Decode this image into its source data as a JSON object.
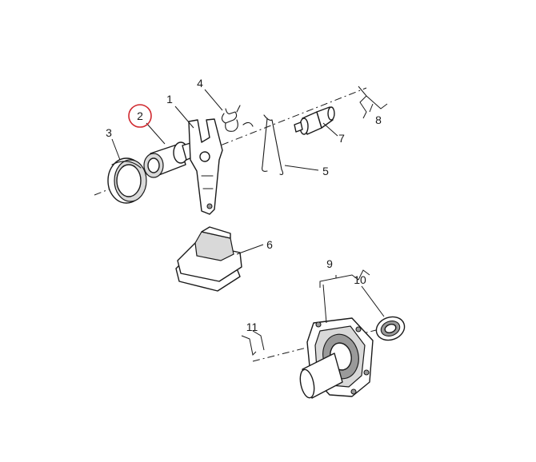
{
  "callouts": {
    "c1": "1",
    "c2": "2",
    "c3": "3",
    "c4": "4",
    "c5": "5",
    "c6": "6",
    "c7": "7",
    "c8": "8",
    "c9": "9",
    "c10": "10",
    "c11": "11"
  },
  "highlighted_callout": "2",
  "colors": {
    "line": "#1a1a1a",
    "highlight_circle": "#d0282e",
    "background": "#ffffff"
  }
}
